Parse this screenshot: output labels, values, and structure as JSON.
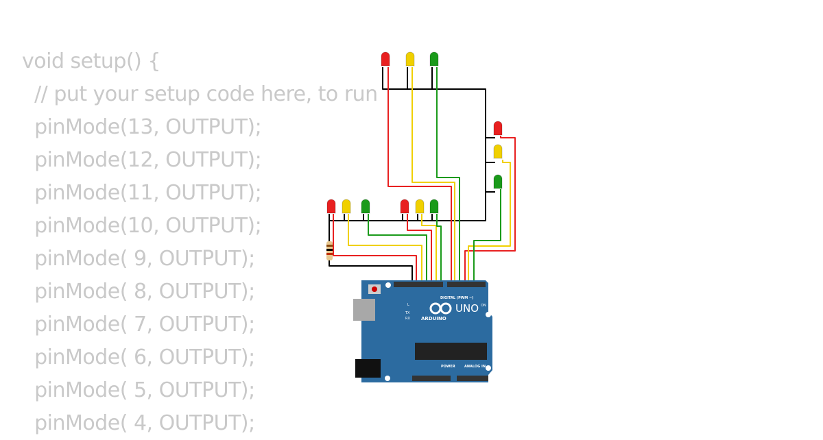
{
  "code_lines": [
    "void setup() {",
    "  // put your setup code here, to run",
    "  pinMode(13, OUTPUT);",
    "  pinMode(12, OUTPUT);",
    "  pinMode(11, OUTPUT);",
    "  pinMode(10, OUTPUT);",
    "  pinMode( 9, OUTPUT);",
    "  pinMode( 8, OUTPUT);",
    "  pinMode( 7, OUTPUT);",
    "  pinMode( 6, OUTPUT);",
    "  pinMode( 5, OUTPUT);",
    "  pinMode( 4, OUTPUT);"
  ],
  "board": {
    "brand": "ARDUINO",
    "model": "UNO",
    "digital_label": "DIGITAL (PWM ~)",
    "power_label": "POWER",
    "analog_label": "ANALOG IN",
    "led_labels": [
      "L",
      "TX",
      "RX",
      "ON"
    ],
    "color": "#2c6ba0"
  },
  "colors": {
    "red": "#e82020",
    "yellow": "#f0d000",
    "green": "#1a9a1a",
    "black": "#000000",
    "code_text": "#c9c9c9"
  }
}
